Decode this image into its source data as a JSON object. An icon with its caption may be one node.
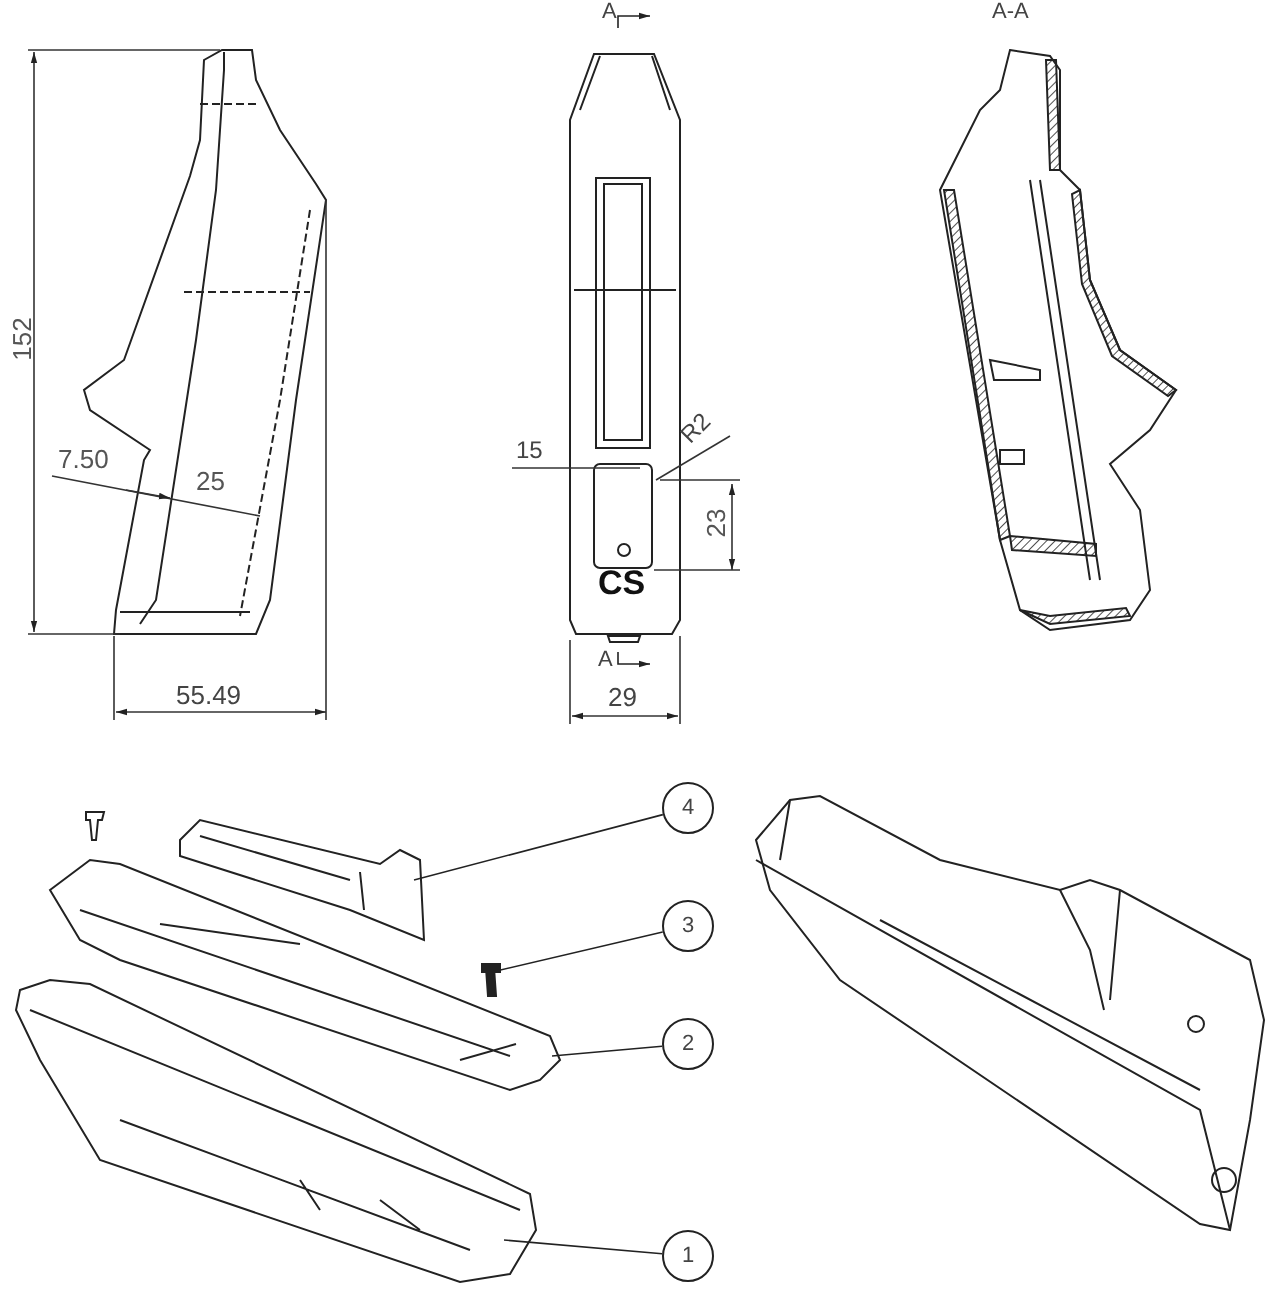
{
  "diagram": {
    "nodes": [
      {
        "text": [
          "4"
        ]
      },
      {
        "text": [
          "3"
        ]
      },
      {
        "text": [
          "2"
        ]
      },
      {
        "text": [
          "1"
        ]
      },
      {
        "text": [],
        "shape": "picture"
      },
      {
        "text": [],
        "shape": "picture"
      },
      {
        "text": [],
        "shape": "picture"
      },
      {
        "text": [],
        "shape": "picture"
      }
    ],
    "edges": [
      {
        "from": 0,
        "to": 4,
        "arrow": "none"
      },
      {
        "from": 1,
        "to": 5,
        "arrow": "none"
      },
      {
        "from": 2,
        "to": 6,
        "arrow": "none"
      },
      {
        "from": 3,
        "to": 7,
        "arrow": "none"
      }
    ],
    "labels": [
      "A",
      "A-A",
      "152",
      "7.50",
      "25",
      "15",
      "R2",
      "23",
      "CS",
      "A",
      "55.49",
      "29"
    ]
  }
}
